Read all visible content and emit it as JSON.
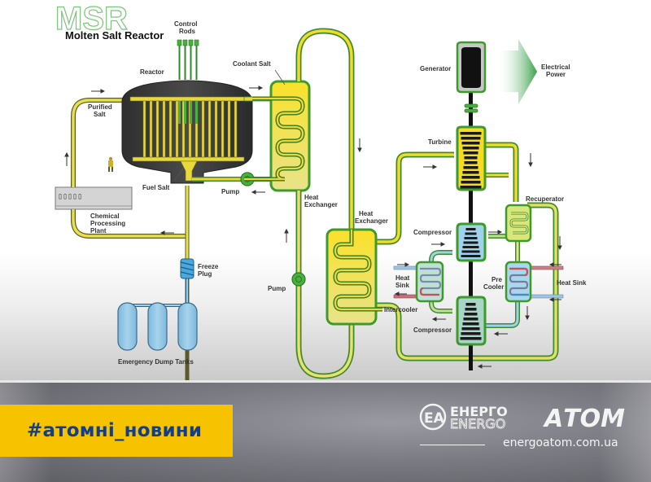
{
  "diagram": {
    "title_abbrev": "MSR",
    "title": "Molten Salt Reactor",
    "labels": {
      "control_rods": [
        "Control",
        "Rods"
      ],
      "reactor": "Reactor",
      "coolant_salt": "Coolant Salt",
      "purified_salt": [
        "Purified",
        "Salt"
      ],
      "fuel_salt": "Fuel Salt",
      "pump_primary": "Pump",
      "heat_exchanger_1": [
        "Heat",
        "Exchanger"
      ],
      "heat_exchanger_2": [
        "Heat",
        "Exchanger"
      ],
      "chemical_processing_plant": [
        "Chemical",
        "Processing",
        "Plant"
      ],
      "freeze_plug": [
        "Freeze",
        "Plug"
      ],
      "emergency_dump_tanks": "Emergency Dump Tanks",
      "pump_secondary": "Pump",
      "generator": "Generator",
      "electrical_power": [
        "Electrical",
        "Power"
      ],
      "turbine": "Turbine",
      "recuperator": "Recuperator",
      "compressor_upper": "Compressor",
      "compressor_lower": "Compressor",
      "heat_sink_left": [
        "Heat",
        "Sink"
      ],
      "intercooler": "Intercooler",
      "pre_cooler": [
        "Pre",
        "Cooler"
      ],
      "heat_sink_right": "Heat Sink",
      "plant_display": "▯▯▯▯▯"
    },
    "colors": {
      "salt_yellow": "#f2df3a",
      "pipe_green": "#3f9a2c",
      "reactor_gray": "#3c3c3c",
      "coolant_blue": "#8ec9e6",
      "hot_red": "#c9505b",
      "power_green": "#3aa64a"
    }
  },
  "footer": {
    "hashtag": "#атомні_новини",
    "brand_top": "ЕНЕРГО",
    "brand_bottom": "ENERGO",
    "brand_right": "АТОМ",
    "brand_mark": "EA",
    "website": "energoatom.com.ua",
    "colors": {
      "hashtag_bg": "#f7c300",
      "hashtag_text": "#123e8c"
    }
  }
}
